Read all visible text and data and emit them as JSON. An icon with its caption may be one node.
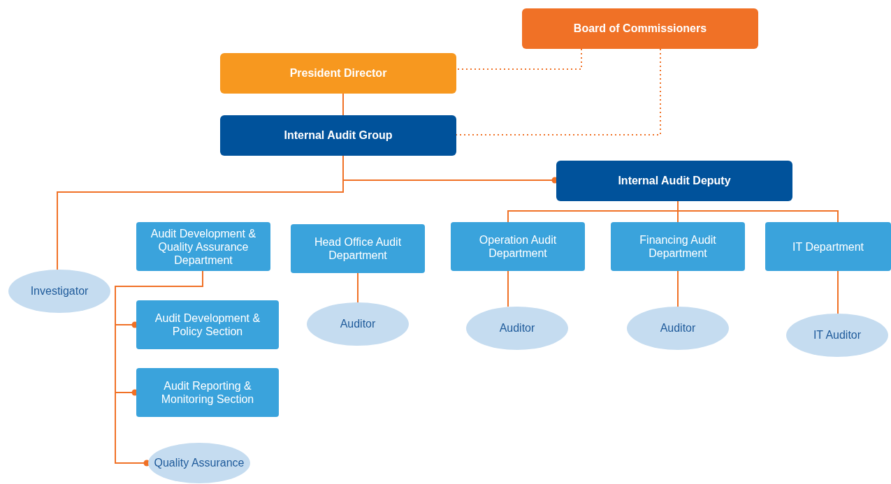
{
  "diagram": {
    "nodes": [
      {
        "text": [
          "Board of Commissioners"
        ]
      },
      {
        "text": [
          "President Director"
        ]
      },
      {
        "text": [
          "Internal Audit Group"
        ]
      },
      {
        "text": [
          "Internal Audit Deputy"
        ]
      },
      {
        "text": [
          "Investigator"
        ]
      },
      {
        "text": [
          "Audit Development & Quality Assurance Department"
        ]
      },
      {
        "text": [
          "Head Office Audit Department"
        ]
      },
      {
        "text": [
          "Operation Audit Department"
        ]
      },
      {
        "text": [
          "Financing Audit Department"
        ]
      },
      {
        "text": [
          "IT Department"
        ]
      },
      {
        "text": [
          "Audit Development & Policy Section"
        ]
      },
      {
        "text": [
          "Audit Reporting & Monitoring Section"
        ]
      },
      {
        "text": [
          "Quality Assurance"
        ]
      },
      {
        "text": [
          "Auditor"
        ]
      },
      {
        "text": [
          "Auditor"
        ]
      },
      {
        "text": [
          "Auditor"
        ]
      },
      {
        "text": [
          "IT Auditor"
        ]
      }
    ],
    "edges": [
      {
        "from": 0,
        "to": 1,
        "arrow": "none",
        "style": "dashed"
      },
      {
        "from": 0,
        "to": 2,
        "arrow": "none",
        "style": "dashed"
      },
      {
        "from": 1,
        "to": 2,
        "arrow": "none"
      },
      {
        "from": 2,
        "to": 3,
        "arrow": "other"
      },
      {
        "from": 2,
        "to": 4,
        "arrow": "none"
      },
      {
        "from": 3,
        "to": 7,
        "arrow": "none"
      },
      {
        "from": 3,
        "to": 8,
        "arrow": "none"
      },
      {
        "from": 3,
        "to": 9,
        "arrow": "none"
      },
      {
        "from": 5,
        "to": 10,
        "arrow": "other"
      },
      {
        "from": 5,
        "to": 11,
        "arrow": "other"
      },
      {
        "from": 5,
        "to": 12,
        "arrow": "other"
      },
      {
        "from": 6,
        "to": 13,
        "arrow": "none"
      },
      {
        "from": 7,
        "to": 14,
        "arrow": "none"
      },
      {
        "from": 8,
        "to": 15,
        "arrow": "none"
      },
      {
        "from": 9,
        "to": 16,
        "arrow": "none"
      }
    ]
  }
}
